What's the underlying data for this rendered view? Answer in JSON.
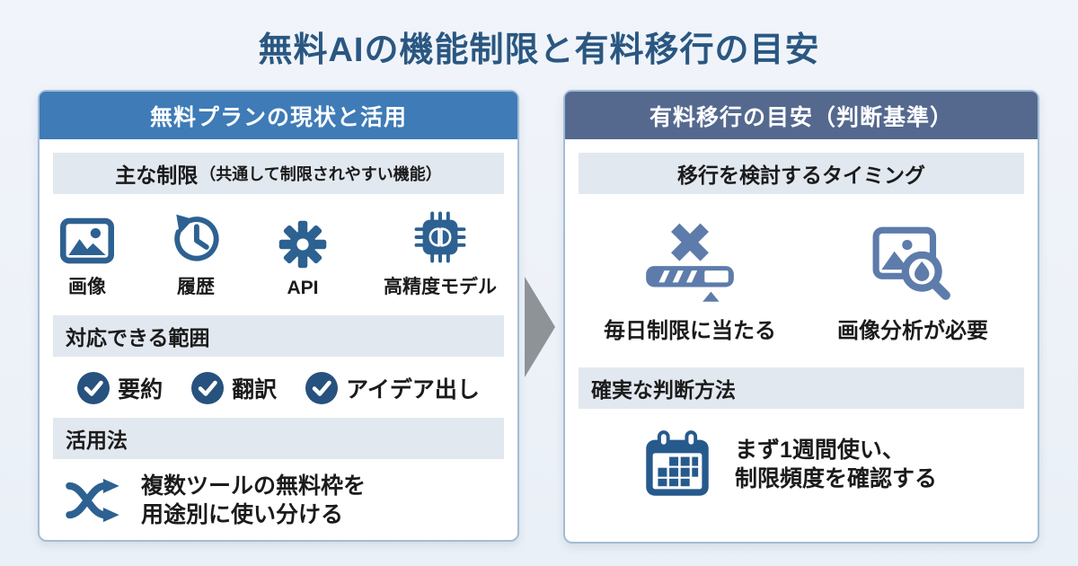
{
  "page": {
    "title": "無料AIの機能制限と有料移行の目安"
  },
  "colors": {
    "title_color": "#2a5781",
    "header_blue": "#3e7bb7",
    "header_slate": "#55698f",
    "section_bg": "#e2e8ef",
    "panel_border": "#a3bcd6",
    "icon_blue": "#2d6191",
    "icon_slate": "#5d7cab",
    "check_circle": "#27517e",
    "calendar_blue": "#275a8c",
    "arrow_gray": "#8e9398",
    "background": "#edf1f8"
  },
  "left_panel": {
    "title": "無料プランの現状と活用",
    "limits": {
      "heading": "主な制限",
      "heading_note": "（共通して制限されやすい機能）",
      "items": [
        {
          "icon": "image-icon",
          "label": "画像"
        },
        {
          "icon": "history-icon",
          "label": "履歴"
        },
        {
          "icon": "gear-icon",
          "label": "API"
        },
        {
          "icon": "chip-brain-icon",
          "label": "高精度モデル"
        }
      ]
    },
    "scope": {
      "heading": "対応できる範囲",
      "items": [
        {
          "icon": "check-icon",
          "label": "要約"
        },
        {
          "icon": "check-icon",
          "label": "翻訳"
        },
        {
          "icon": "check-icon",
          "label": "アイデア出し"
        }
      ]
    },
    "usage": {
      "heading": "活用法",
      "icon": "shuffle-icon",
      "text_line1": "複数ツールの無料枠を",
      "text_line2": "用途別に使い分ける"
    }
  },
  "right_panel": {
    "title": "有料移行の目安（判断基準）",
    "timing": {
      "heading": "移行を検討するタイミング",
      "items": [
        {
          "icon": "limit-reached-icon",
          "label": "毎日制限に当たる"
        },
        {
          "icon": "image-analysis-icon",
          "label": "画像分析が必要"
        }
      ]
    },
    "judgement": {
      "heading": "確実な判断方法",
      "icon": "calendar-icon",
      "text_line1": "まず1週間使い、",
      "text_line2": "制限頻度を確認する"
    }
  }
}
